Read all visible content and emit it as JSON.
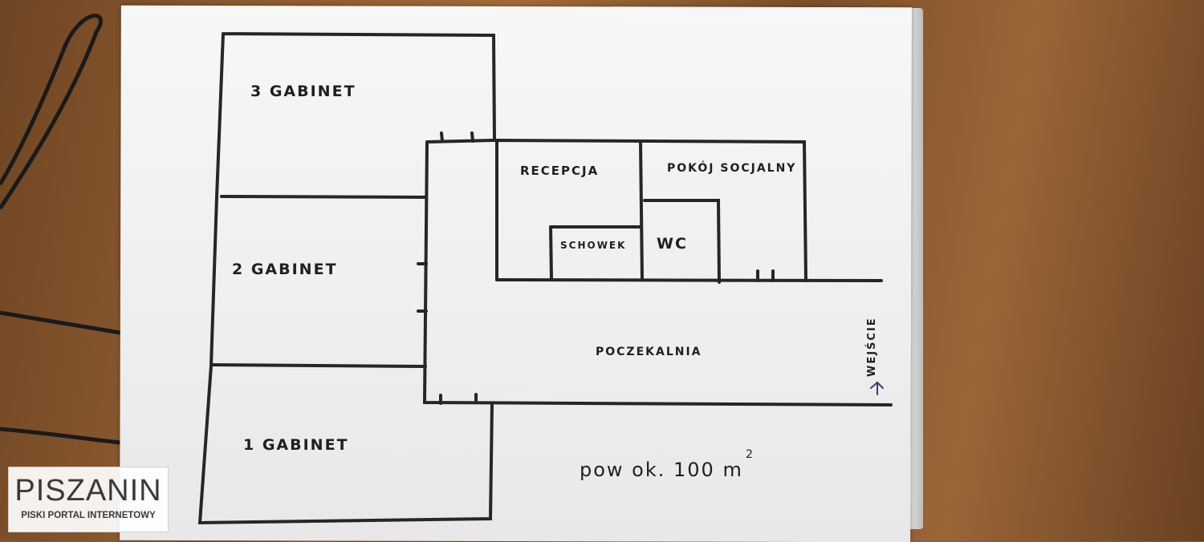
{
  "rooms": {
    "gabinet3": "3 GABINET",
    "gabinet2": "2 GABINET",
    "gabinet1": "1 GABINET",
    "recepcja": "RECEPCJA",
    "pokoj_socjalny": "POKÓJ SOCJALNY",
    "schowek": "SCHOWEK",
    "wc": "WC",
    "poczekalnia": "POCZEKALNIA",
    "wejscie": "WEJŚCIE"
  },
  "area_note": {
    "prefix": "pow ok. 100 m",
    "superscript": "2"
  },
  "watermark": {
    "name": "PISZANIN",
    "tagline": "PISKI PORTAL INTERNETOWY"
  },
  "colors": {
    "ink": "#262626",
    "paper": "#f3f3f3",
    "desk": "#8a5a33"
  }
}
